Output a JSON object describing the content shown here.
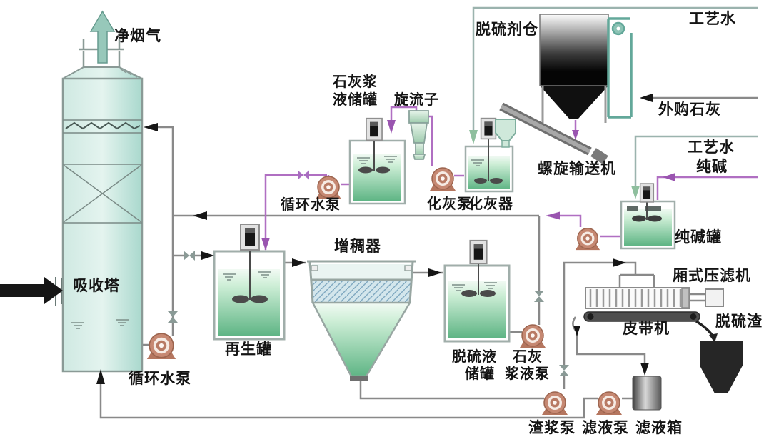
{
  "labels": {
    "clean_flue_gas": "净烟气",
    "absorber": "吸收塔",
    "circulating_pump_bottom": "循环水泵",
    "lime_slurry_tank_line1": "石灰浆",
    "lime_slurry_tank_line2": "液储罐",
    "cyclone": "旋流子",
    "circulating_pump_mid": "循环水泵",
    "lime_slaking_pump": "化灰泵",
    "lime_slaker": "化灰器",
    "desulfurizer_silo": "脱硫剂仓",
    "process_water_top": "工艺水",
    "purchased_lime": "外购石灰",
    "process_water_right": "工艺水",
    "soda_ash": "纯碱",
    "screw_conveyor": "螺旋输送机",
    "soda_ash_tank": "纯碱罐",
    "regeneration_tank": "再生罐",
    "thickener": "增稠器",
    "desulf_liquid_tank_line1": "脱硫液",
    "desulf_liquid_tank_line2": "储罐",
    "lime_slurry_pump_line1": "石灰",
    "lime_slurry_pump_line2": "浆液泵",
    "chamber_filter_press": "厢式压滤机",
    "belt_conveyor": "皮带机",
    "desulfurization_residue": "脱硫渣",
    "slag_slurry_pump": "渣浆泵",
    "filtrate_pump": "滤液泵",
    "filtrate_tank": "滤液箱"
  },
  "colors": {
    "pipe": "#898989",
    "slurry_pipe": "#b06fc2",
    "water_pipe": "#9bb3ae",
    "pump_body": "#c68872",
    "tank_liquid_bottom": "#5fb585",
    "vessel_shell": "#a0aeaa",
    "silo_dark": "#111111",
    "flow_arrow": "#161616",
    "flue_gas_arrow": "#97c8ba"
  }
}
